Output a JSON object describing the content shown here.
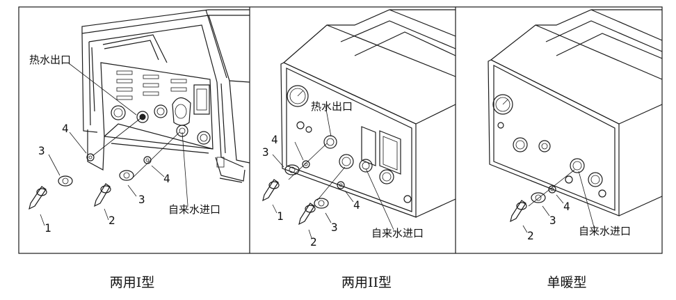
{
  "panels": [
    {
      "labels": {
        "hot_outlet": "热水出口",
        "cold_inlet": "自来水进口"
      },
      "part_numbers": [
        "1",
        "2",
        "3",
        "3",
        "4",
        "4"
      ],
      "caption": "两用I型"
    },
    {
      "labels": {
        "hot_outlet": "热水出口",
        "cold_inlet": "自来水进口"
      },
      "part_numbers": [
        "1",
        "2",
        "3",
        "3",
        "4",
        "4"
      ],
      "caption": "两用II型"
    },
    {
      "labels": {
        "cold_inlet": "自来水进口"
      },
      "part_numbers": [
        "2",
        "3",
        "4"
      ],
      "caption": "单暖型"
    }
  ]
}
